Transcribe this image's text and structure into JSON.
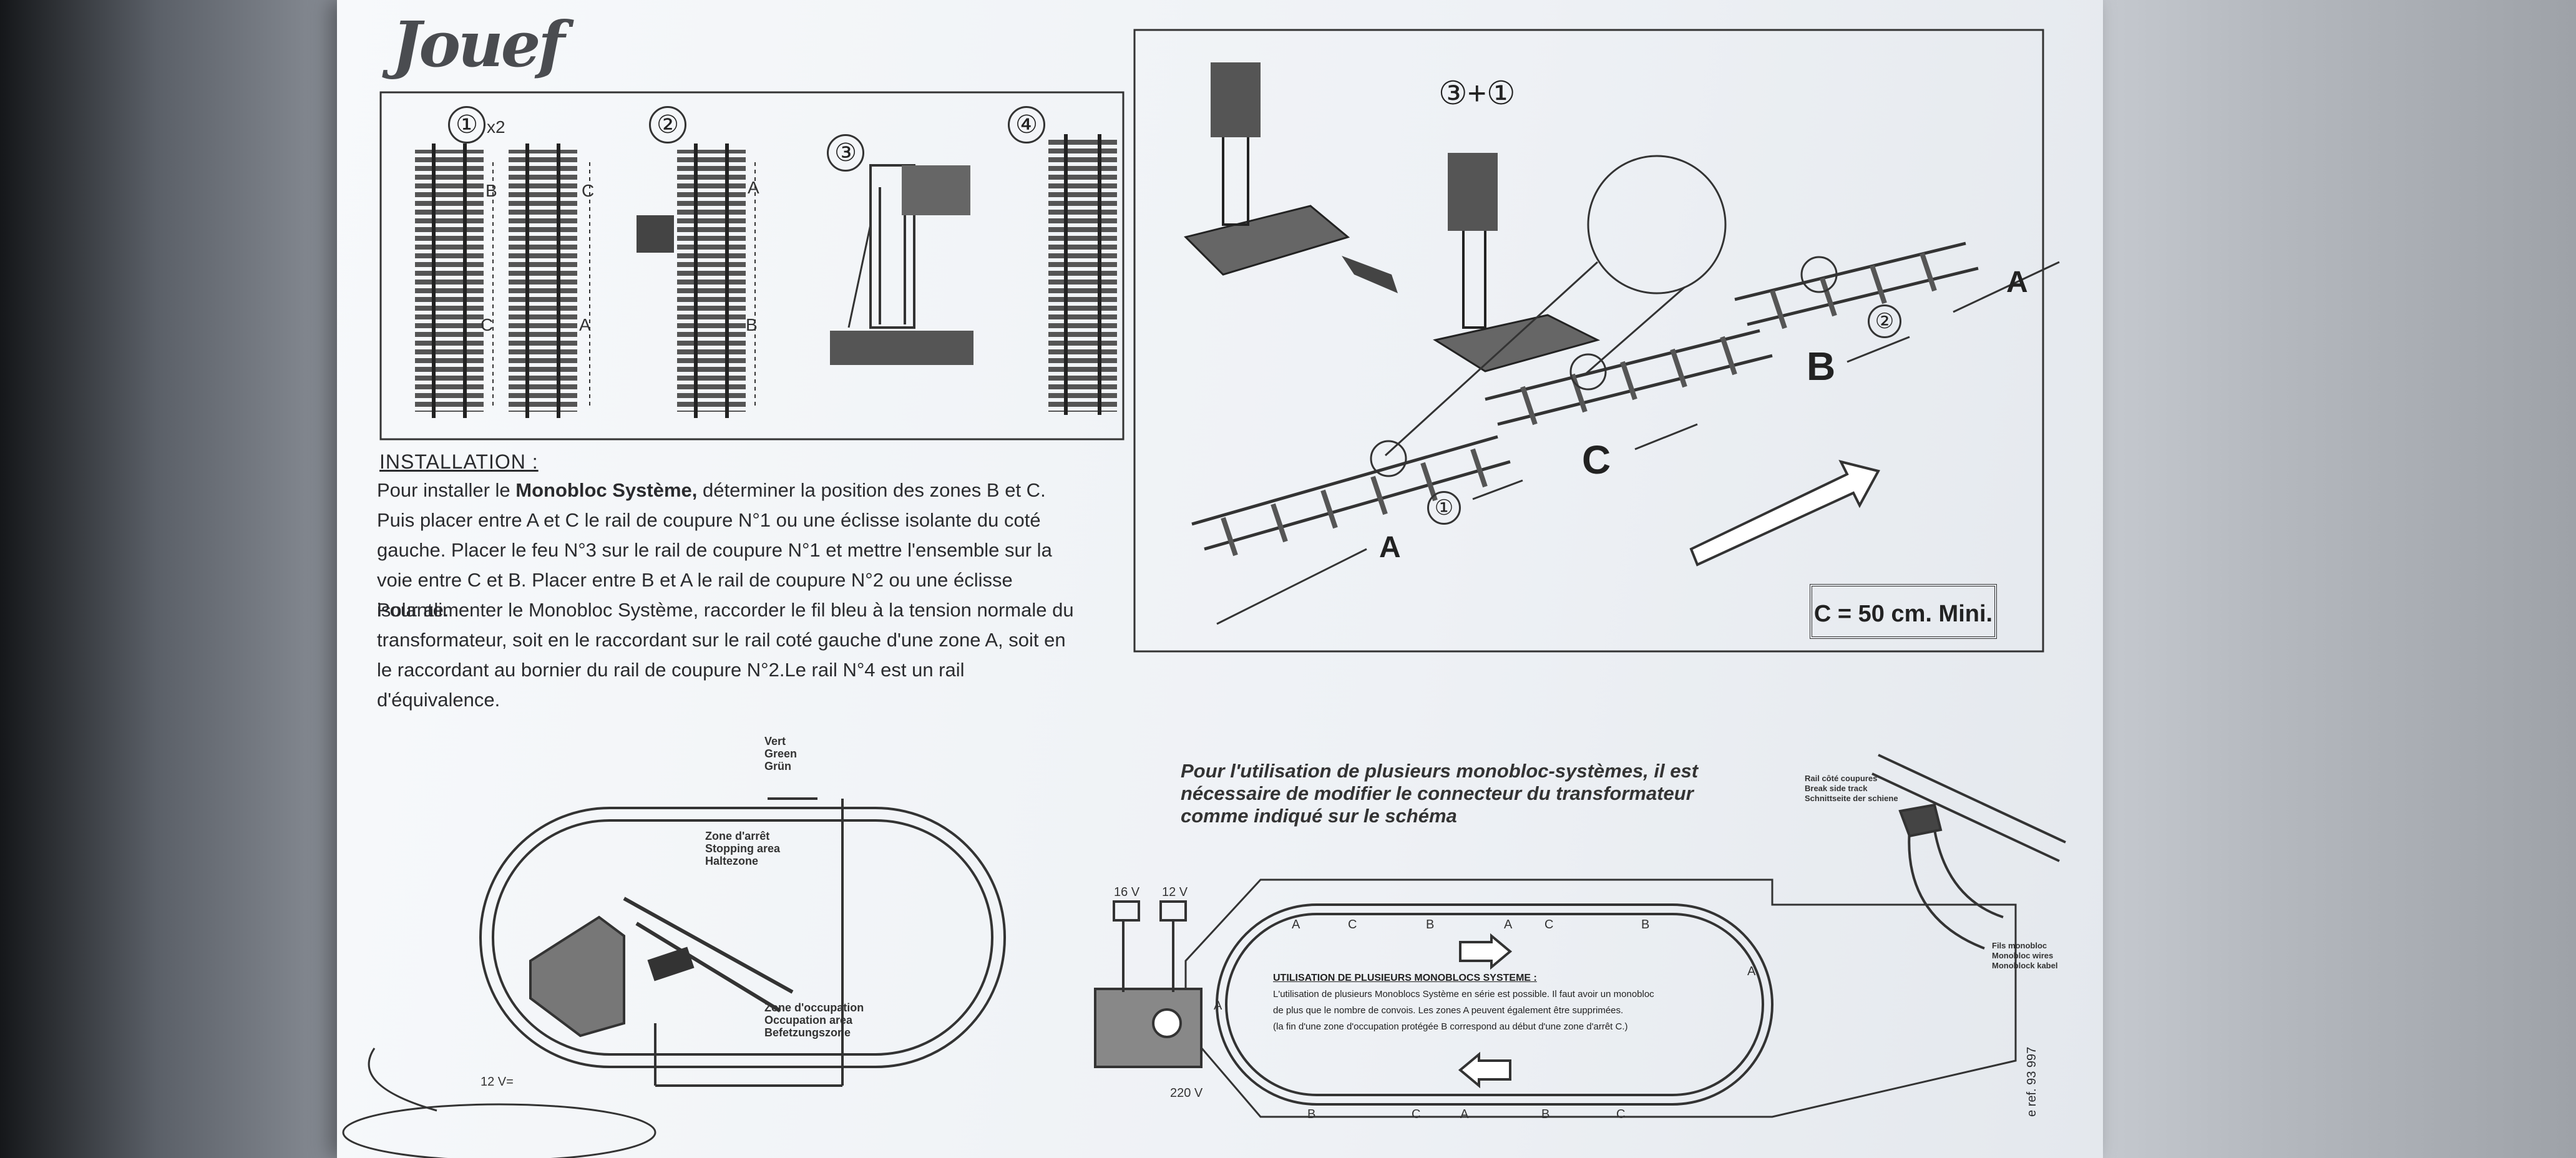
{
  "logo": "Jouef",
  "panel1": {
    "step1": "①",
    "step1_mult": "x2",
    "step2": "②",
    "step3": "③",
    "step4": "④",
    "labels": [
      "B",
      "C",
      "C",
      "A",
      "A",
      "B"
    ]
  },
  "installation": {
    "heading": "INSTALLATION :",
    "p1_a": "Pour installer le ",
    "p1_b": "Monobloc Système,",
    "p1_c": " déterminer la position des zones B et C. Puis placer entre A et C le rail de coupure N°1 ou une éclisse isolante du coté gauche. Placer le feu N°3 sur le rail de coupure N°1 et mettre l'ensemble sur la voie entre C et B. Placer entre B et A le rail de coupure N°2 ou une éclisse isolante.",
    "p2": "Pour alimenter le Monobloc Système, raccorder le fil bleu à la tension normale du transformateur, soit en le raccordant sur le rail coté gauche d'une zone A, soit en le raccordant au bornier du rail de coupure N°2.Le rail N°4 est un rail d'équivalence."
  },
  "panel2": {
    "title": "③+①",
    "zone_a1": "A",
    "zone_c": "C",
    "zone_b": "B",
    "zone_a2": "A",
    "mark1": "①",
    "mark2": "②",
    "min_length": "C = 50 cm. Mini."
  },
  "layout1": {
    "signal": [
      "Vert",
      "Green",
      "Grün"
    ],
    "stop_zone": [
      "Zone d'arrêt",
      "Stopping area",
      "Haltezone"
    ],
    "occupation_zone": [
      "Zone d'occupation",
      "Occupation area",
      "Befetzungszone"
    ],
    "voltage": "12 V="
  },
  "multi_note": "Pour l'utilisation de plusieurs monobloc-systèmes, il est nécessaire de modifier le connecteur du transformateur comme indiqué sur le schéma",
  "layout2": {
    "v16": "16 V",
    "v12": "12 V",
    "v220": "220 V",
    "top_zones": [
      "A",
      "C",
      "B",
      "A",
      "C",
      "B"
    ],
    "bottom_zones": [
      "B",
      "C",
      "A",
      "B",
      "C"
    ],
    "side_a_left": "A",
    "side_a_right": "A",
    "box_heading": "UTILISATION DE PLUSIEURS MONOBLOCS SYSTEME :",
    "box_lines": [
      "L'utilisation de plusieurs Monoblocs Système en série est possible. Il faut avoir un monobloc",
      "de plus que le nombre de convois. Les zones A peuvent également être supprimées.",
      "(la fin d'une zone d'occupation protégée B correspond au début d'une zone d'arrêt C.)"
    ]
  },
  "detail": {
    "top": [
      "Rail côté coupures",
      "Break side track",
      "Schnittseite der schiene"
    ],
    "bottom": [
      "Fils monobloc",
      "Monobloc wires",
      "Monoblock kabel"
    ]
  },
  "ref": "e ref. 93 997"
}
